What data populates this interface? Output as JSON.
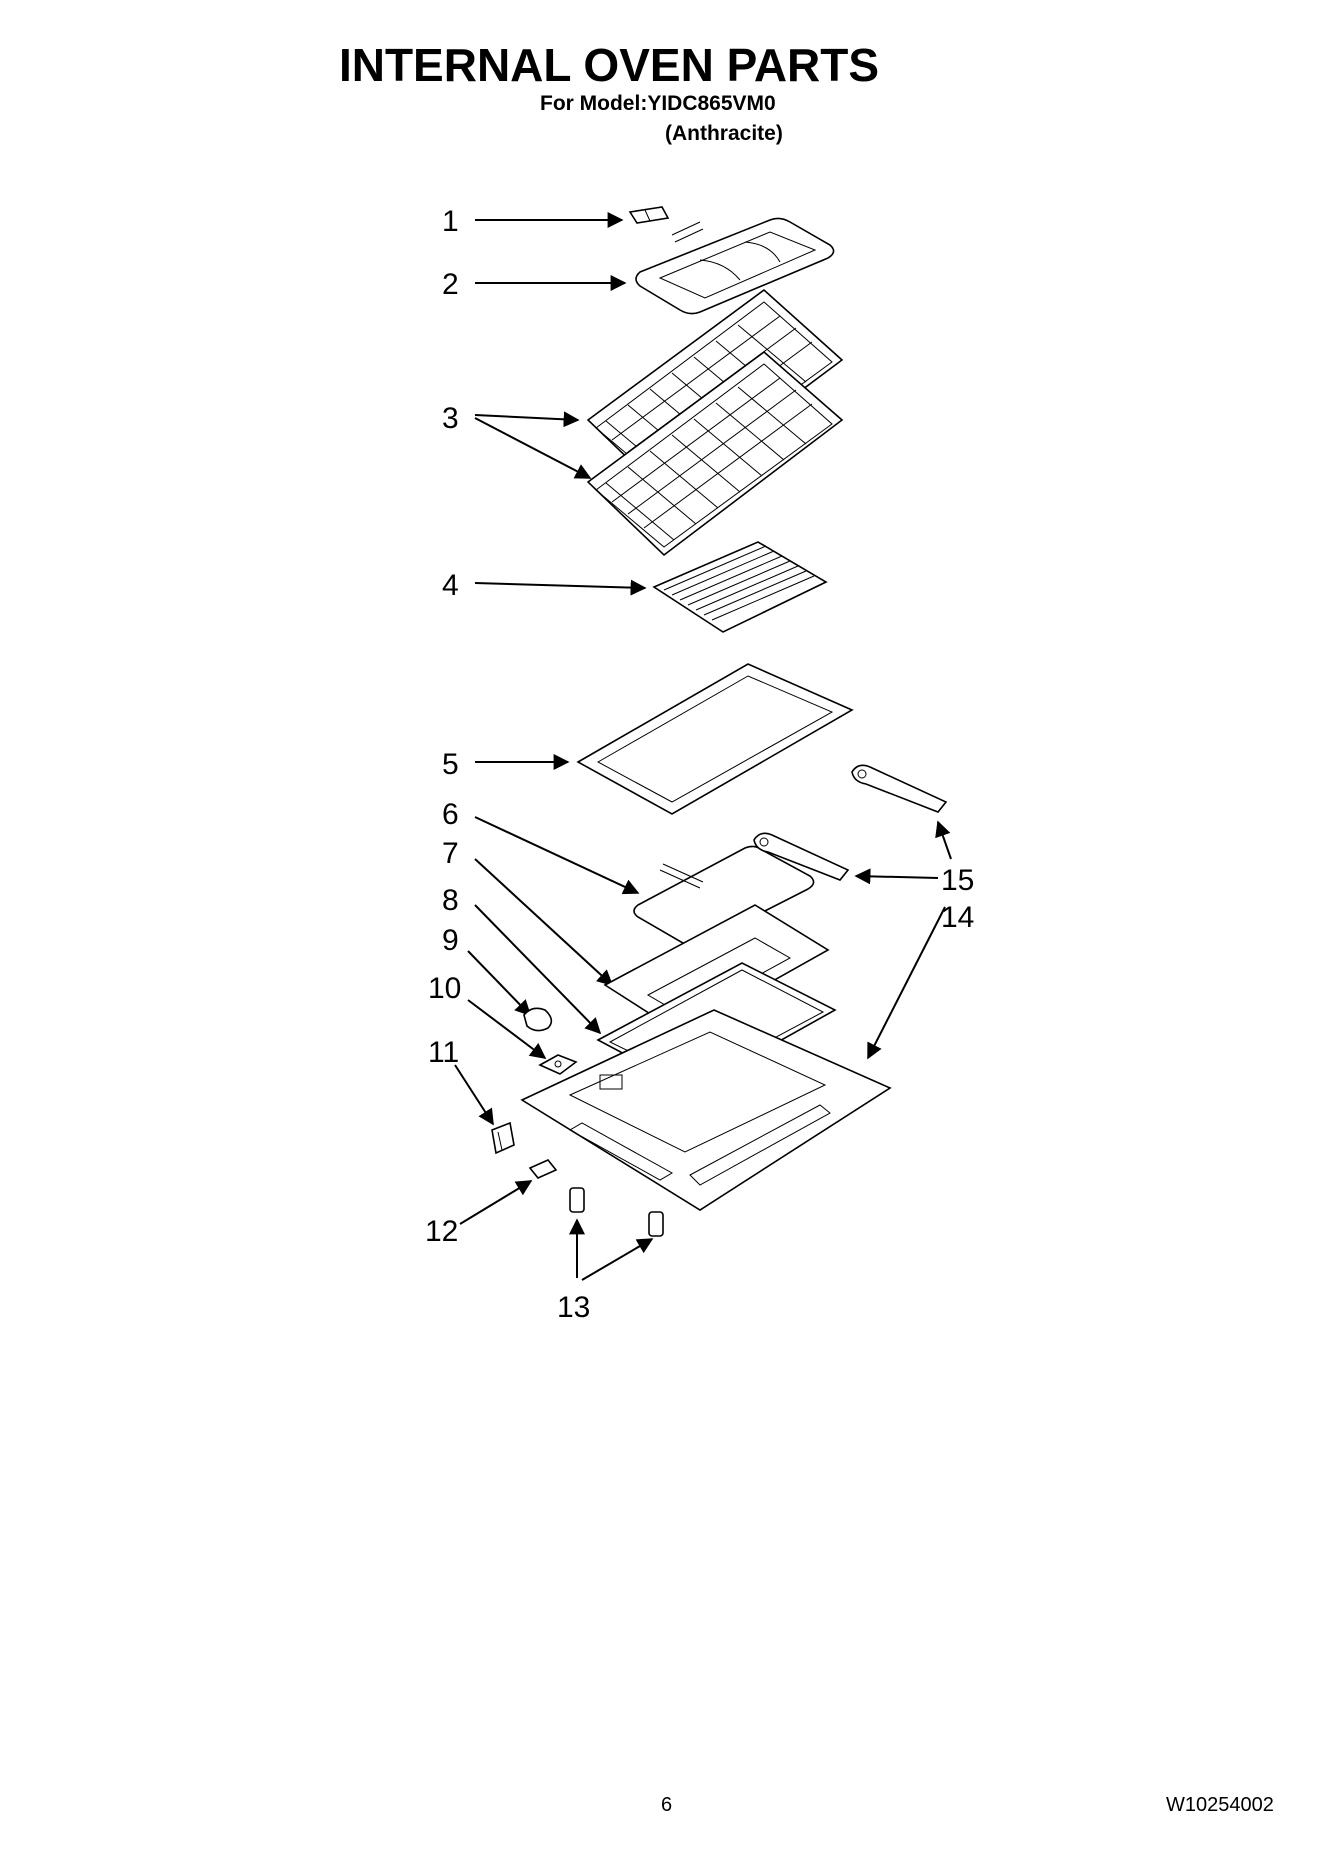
{
  "header": {
    "title": "INTERNAL OVEN PARTS",
    "model_line": "For Model:YIDC865VM0",
    "variant_line": "(Anthracite)"
  },
  "callouts": [
    "1",
    "2",
    "3",
    "4",
    "5",
    "6",
    "7",
    "8",
    "9",
    "10",
    "11",
    "12",
    "13",
    "14",
    "15"
  ],
  "footer": {
    "page_number": "6",
    "doc_number": "W10254002"
  }
}
